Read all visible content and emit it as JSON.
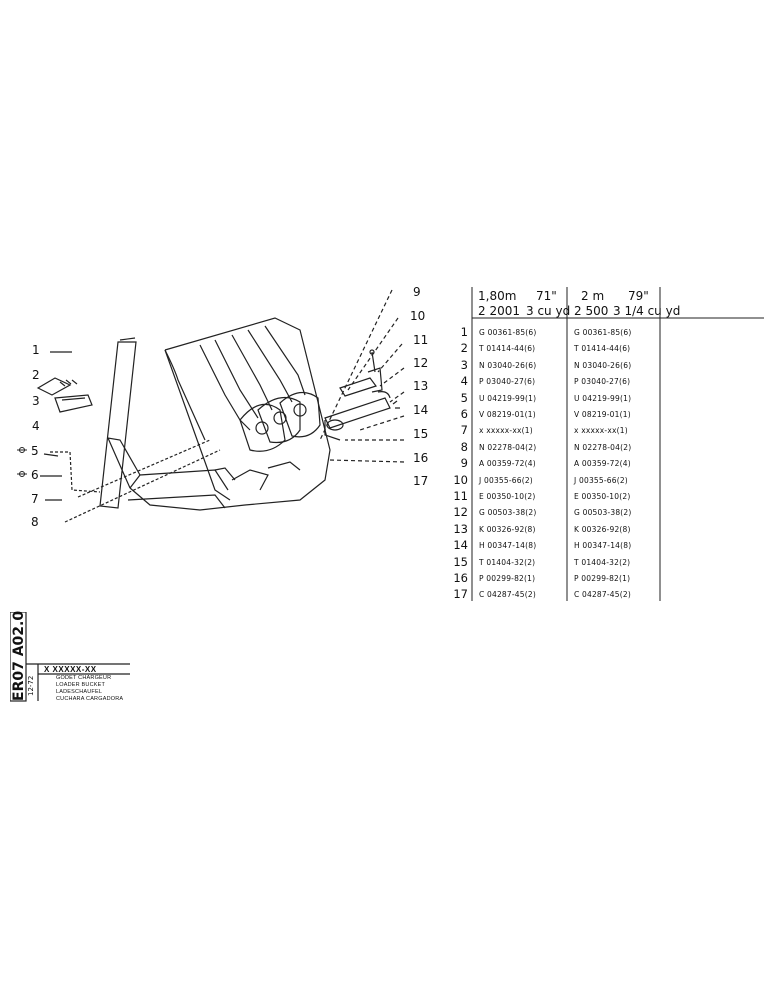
{
  "callouts_left": [
    "1",
    "2",
    "3",
    "4",
    "5",
    "6",
    "7",
    "8"
  ],
  "callouts_right": [
    "9",
    "10",
    "11",
    "12",
    "13",
    "14",
    "15",
    "16",
    "17"
  ],
  "table": {
    "col1_header_line1_a": "1,80m",
    "col1_header_line1_b": "71\"",
    "col1_header_line2_a": "2 2001",
    "col1_header_line2_b": "3 cu yd",
    "col2_header_line1_a": "2 m",
    "col2_header_line1_b": "79\"",
    "col2_header_line2_a": "2 500",
    "col2_header_line2_b": "3 1/4 cu yd",
    "rows": [
      {
        "no": "1",
        "c1": "G 00361-85(6)",
        "c2": "G 00361-85(6)"
      },
      {
        "no": "2",
        "c1": "T 01414-44(6)",
        "c2": "T 01414-44(6)"
      },
      {
        "no": "3",
        "c1": "N 03040-26(6)",
        "c2": "N 03040-26(6)"
      },
      {
        "no": "4",
        "c1": "P 03040-27(6)",
        "c2": "P 03040-27(6)"
      },
      {
        "no": "5",
        "c1": "U 04219-99(1)",
        "c2": "U 04219-99(1)"
      },
      {
        "no": "6",
        "c1": "V 08219-01(1)",
        "c2": "V 08219-01(1)"
      },
      {
        "no": "7",
        "c1": "x xxxxx-xx(1)",
        "c2": "x xxxxx-xx(1)"
      },
      {
        "no": "8",
        "c1": "N 02278-04(2)",
        "c2": "N 02278-04(2)"
      },
      {
        "no": "9",
        "c1": "A 00359-72(4)",
        "c2": "A 00359-72(4)"
      },
      {
        "no": "10",
        "c1": "J 00355-66(2)",
        "c2": "J 00355-66(2)"
      },
      {
        "no": "11",
        "c1": "E 00350-10(2)",
        "c2": "E 00350-10(2)"
      },
      {
        "no": "12",
        "c1": "G 00503-38(2)",
        "c2": "G 00503-38(2)"
      },
      {
        "no": "13",
        "c1": "K 00326-92(8)",
        "c2": "K 00326-92(8)"
      },
      {
        "no": "14",
        "c1": "H 00347-14(8)",
        "c2": "H 00347-14(8)"
      },
      {
        "no": "15",
        "c1": "T 01404-32(2)",
        "c2": "T 01404-32(2)"
      },
      {
        "no": "16",
        "c1": "P 00299-82(1)",
        "c2": "P 00299-82(1)"
      },
      {
        "no": "17",
        "c1": "C 04287-45(2)",
        "c2": "C 04287-45(2)"
      }
    ]
  },
  "title_block": {
    "code": "ER07 A02.0",
    "part_ref": "X XXXXX-XX",
    "date": "12-72",
    "title_fr": "GODET CHARGEUR",
    "title_en": "LOADER BUCKET",
    "title_de": "LADESCHAUFEL",
    "title_es": "CUCHARA CARGADORA"
  }
}
